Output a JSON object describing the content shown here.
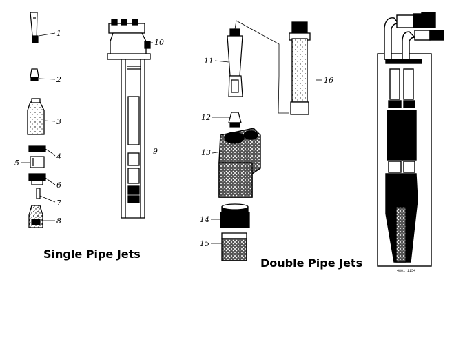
{
  "sections": {
    "single_title": "Single Pipe Jets",
    "double_title": "Double Pipe Jets"
  },
  "single_callouts": [
    "1",
    "2",
    "3",
    "4",
    "5",
    "6",
    "7",
    "8",
    "9",
    "10"
  ],
  "double_callouts": [
    "11",
    "12",
    "13",
    "14",
    "15",
    "16"
  ],
  "catalog_code": "4801 1154",
  "colors": {
    "ink": "#000000",
    "paper": "#ffffff"
  }
}
